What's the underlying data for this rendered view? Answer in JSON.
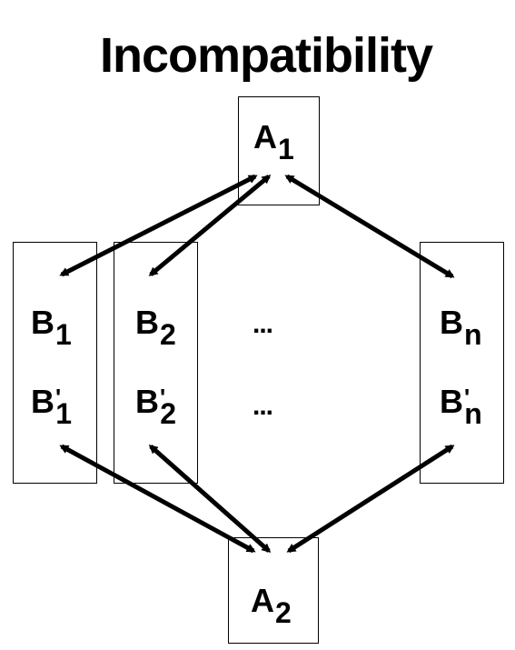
{
  "title": "Incompatibility",
  "nodes": {
    "a1": {
      "base": "A",
      "sub": "1"
    },
    "a2": {
      "base": "A",
      "sub": "2"
    },
    "b1": {
      "base": "B",
      "sub": "1"
    },
    "b1p": {
      "base": "B",
      "prime": "'",
      "sub": "1"
    },
    "b2": {
      "base": "B",
      "sub": "2"
    },
    "b2p": {
      "base": "B",
      "prime": "'",
      "sub": "2"
    },
    "bn": {
      "base": "B",
      "sub": "n"
    },
    "bnp": {
      "base": "B",
      "prime": "'",
      "sub": "n"
    }
  },
  "ellipsis": {
    "row1": "...",
    "row2": "..."
  }
}
